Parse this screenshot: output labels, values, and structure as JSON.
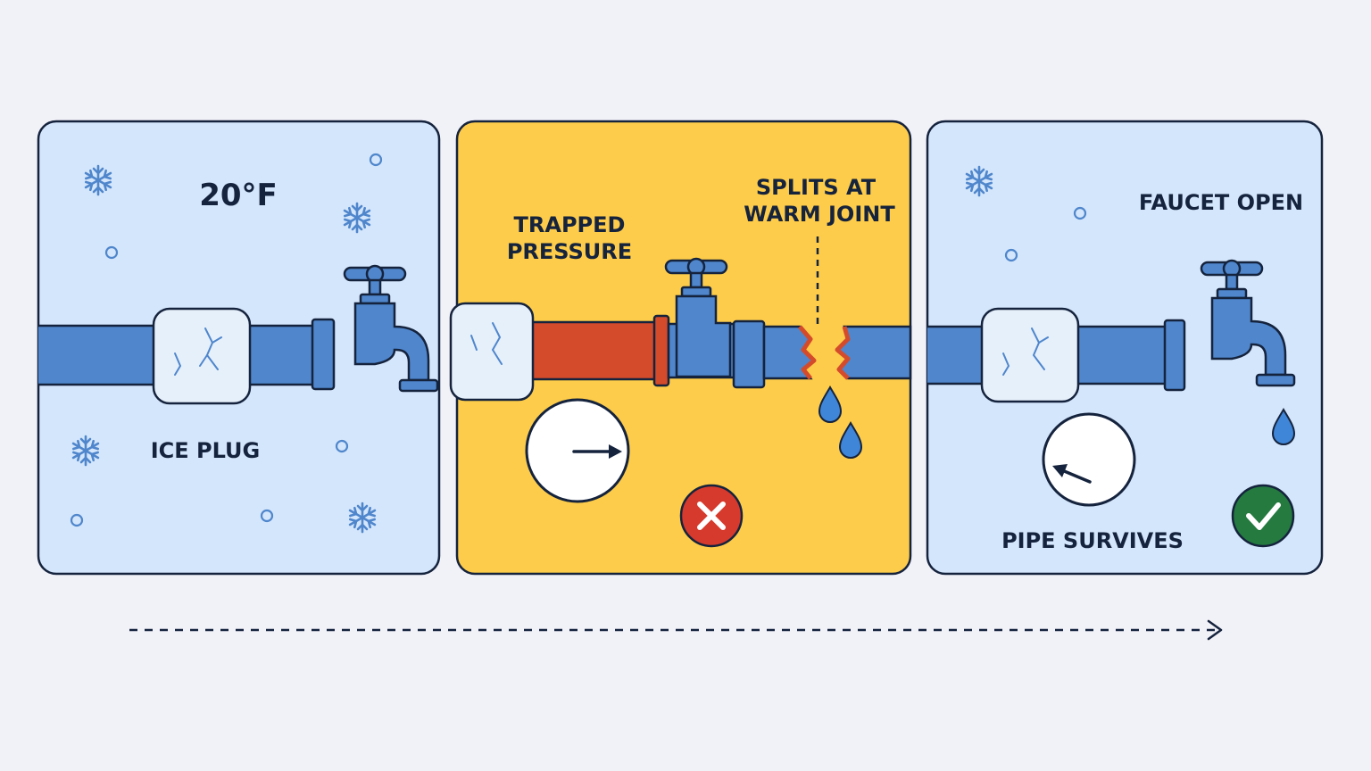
{
  "panels": [
    {
      "name": "freeze",
      "background": "#d4e6fb",
      "temperature_label": "20°F",
      "plug_label": "ICE PLUG"
    },
    {
      "name": "burst",
      "background": "#fdcc4a",
      "pressure_label_line1": "TRAPPED",
      "pressure_label_line2": "PRESSURE",
      "split_label_line1": "SPLITS AT",
      "split_label_line2": "WARM JOINT",
      "status_icon": "x-icon"
    },
    {
      "name": "relief",
      "background": "#d4e6fb",
      "faucet_label": "FAUCET OPEN",
      "result_label": "PIPE SURVIVES",
      "status_icon": "check-icon"
    }
  ],
  "colors": {
    "pipe": "#4f86cc",
    "outline": "#15233d",
    "ice": "#e6f0fb",
    "pressure": "#d44b2c",
    "fail": "#d63a2c",
    "success": "#247a3f",
    "snow": "#4f86cc",
    "water": "#3f86d8"
  }
}
